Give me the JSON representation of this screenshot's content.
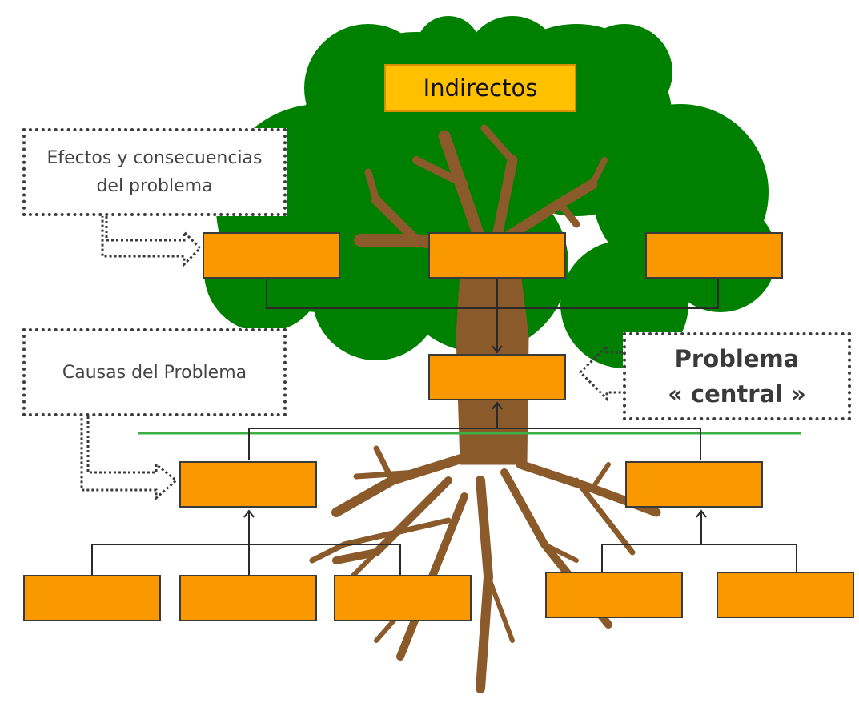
{
  "title_box": {
    "text": "Indirectos"
  },
  "notes": {
    "effects": "Efectos y consecuencias\ndel problema",
    "causes": "Causas del Problema",
    "central": "Problema\n« central »"
  },
  "colors": {
    "box_fill": "#fa9800",
    "title_fill": "#ffc000",
    "foliage": "#008000",
    "trunk": "#8b5a2b",
    "ground_line": "#3cb043"
  }
}
